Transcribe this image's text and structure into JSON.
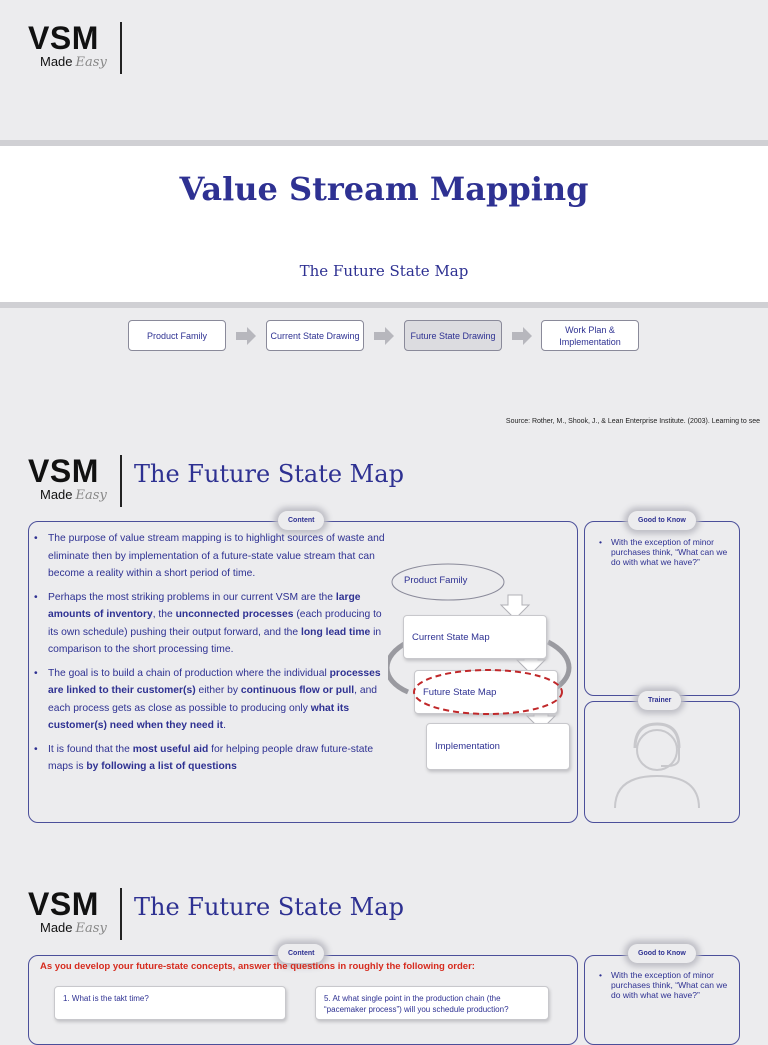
{
  "logo": {
    "vsm": "VSM",
    "made": "Made",
    "easy": "Easy"
  },
  "title_slide": {
    "title": "Value Stream Mapping",
    "subtitle": "The Future State Map",
    "steps": [
      {
        "label": "Product Family"
      },
      {
        "label": "Current State Drawing"
      },
      {
        "label": "Future State Drawing"
      },
      {
        "label": "Work Plan & Implementation"
      }
    ],
    "source": "Source: Rother, M., Shook, J., & Lean Enterprise Institute. (2003). Learning to see"
  },
  "slide2": {
    "title": "The Future State Map",
    "content_tag": "Content",
    "good_tag": "Good to Know",
    "trainer_tag": "Trainer",
    "good_text": "With the exception of minor purchases think, “What can we do with what we have?”",
    "bullets": {
      "b1": "The purpose of value stream mapping is to highlight sources of waste and eliminate then by implementation of a future-state value stream that can become a reality within a short period of time.",
      "b2a": "Perhaps the most striking problems in our current VSM are the ",
      "b2b": "large amounts of inventory",
      "b2c": ", the ",
      "b2d": "unconnected processes",
      "b2e": " (each producing to its own schedule) pushing their output forward, and the ",
      "b2f": "long lead time",
      "b2g": " in comparison to the short processing time.",
      "b3a": "The goal is to build a chain of production where the individual ",
      "b3b": "processes are linked to their customer(s)",
      "b3c": " either by ",
      "b3d": "continuous flow or pull",
      "b3e": ", and each process gets as close as possible to producing only ",
      "b3f": "what its customer(s) need when they need it",
      "b3g": ".",
      "b4a": "It is found that the ",
      "b4b": "most useful aid",
      "b4c": " for helping people draw future-state maps is ",
      "b4d": "by following a list of questions"
    },
    "flow": {
      "product_family": "Product Family",
      "current_state": "Current State Map",
      "future_state": "Future State Map",
      "implementation": "Implementation"
    }
  },
  "slide3": {
    "title": "The Future State Map",
    "content_tag": "Content",
    "good_tag": "Good to Know",
    "good_text": "With the exception of minor purchases think, “What can we do with what we have?”",
    "heading": "As you develop your future-state concepts, answer the questions in roughly the following order:",
    "q1": "1. What is the takt time?",
    "q5": "5. At what single point in the production chain (the “pacemaker process”) will you schedule production?"
  },
  "colors": {
    "navy": "#2e3192",
    "red": "#d62b1e",
    "panel_border": "#4b4f9a"
  }
}
